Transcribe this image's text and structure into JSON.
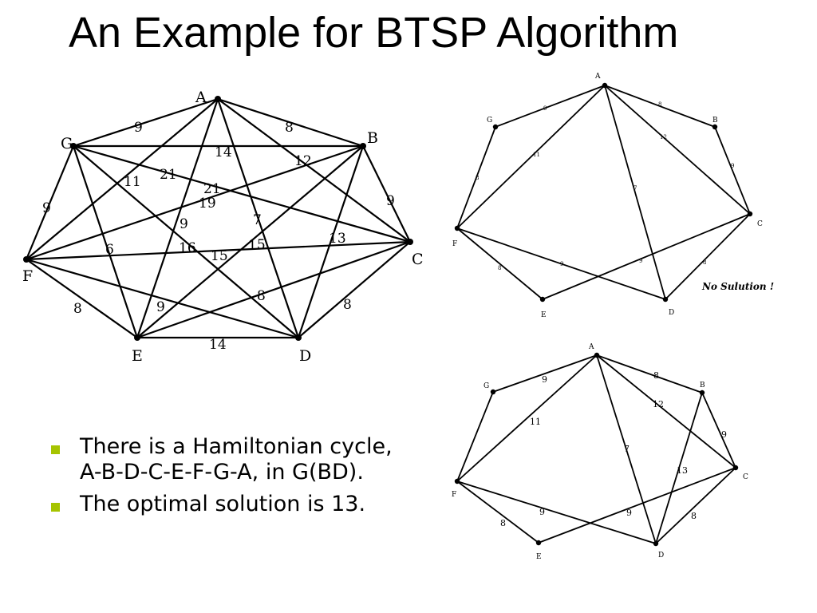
{
  "title": "An Example for BTSP Algorithm",
  "bullets": [
    "There is a Hamiltonian cycle, A-B-D-C-E-F-G-A, in G(BD).",
    "The optimal solution is 13."
  ],
  "graphs": {
    "full": {
      "nodes": {
        "A": "A",
        "B": "B",
        "C": "C",
        "D": "D",
        "E": "E",
        "F": "F",
        "G": "G"
      },
      "weights": [
        "9",
        "8",
        "14",
        "12",
        "11",
        "21",
        "21",
        "19",
        "9",
        "9",
        "7",
        "13",
        "6",
        "16",
        "15",
        "15",
        "9",
        "8",
        "8",
        "8",
        "9",
        "14"
      ]
    },
    "no_solution": {
      "nodes": {
        "A": "A",
        "B": "B",
        "C": "C",
        "D": "D",
        "E": "E",
        "F": "F",
        "G": "G"
      },
      "weights": [
        "9",
        "8",
        "12",
        "11",
        "9",
        "7",
        "8",
        "9",
        "8",
        "8",
        "9"
      ],
      "caption": "No Sulution !"
    },
    "solution": {
      "nodes": {
        "A": "A",
        "B": "B",
        "C": "C",
        "D": "D",
        "E": "E",
        "F": "F",
        "G": "G"
      },
      "weights": [
        "9",
        "8",
        "12",
        "11",
        "9",
        "7",
        "13",
        "8",
        "9",
        "9",
        "8"
      ]
    }
  },
  "colors": {
    "bullet": "#a6c400",
    "edge": "#000000"
  }
}
